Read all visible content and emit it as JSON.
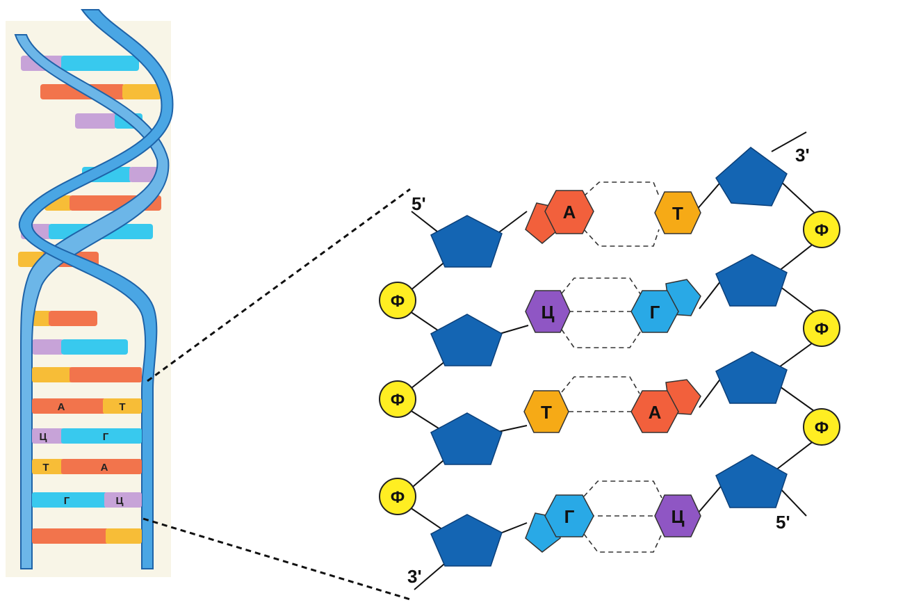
{
  "colors": {
    "backbone_blue": "#2f8fd6",
    "backbone_dark": "#1e63a8",
    "sugar": "#1465b3",
    "phosphate": "#ffee22",
    "adenine": "#f2603c",
    "thymine": "#f6aa16",
    "guanine": "#29a9e6",
    "cytosine": "#8f56c4",
    "helix_purple": "#c7a3d8",
    "helix_cyan": "#38c9ee",
    "helix_orange": "#f2744c",
    "helix_yellow": "#f7bd37",
    "background_panel": "#f8f5e7"
  },
  "helix": {
    "pair_labels": [
      {
        "left": "А",
        "right": "Т"
      },
      {
        "left": "Ц",
        "right": "Г"
      },
      {
        "left": "Т",
        "right": "А"
      },
      {
        "left": "Г",
        "right": "Ц"
      }
    ]
  },
  "diagram": {
    "strand_ends": {
      "left_top": "5'",
      "left_bottom": "3'",
      "right_top": "3'",
      "right_bottom": "5'"
    },
    "phosphate_label": "Ф",
    "pairs": [
      {
        "left": "А",
        "right": "Т",
        "bonds": 2
      },
      {
        "left": "Ц",
        "right": "Г",
        "bonds": 3
      },
      {
        "left": "Т",
        "right": "А",
        "bonds": 2
      },
      {
        "left": "Г",
        "right": "Ц",
        "bonds": 3
      }
    ]
  }
}
